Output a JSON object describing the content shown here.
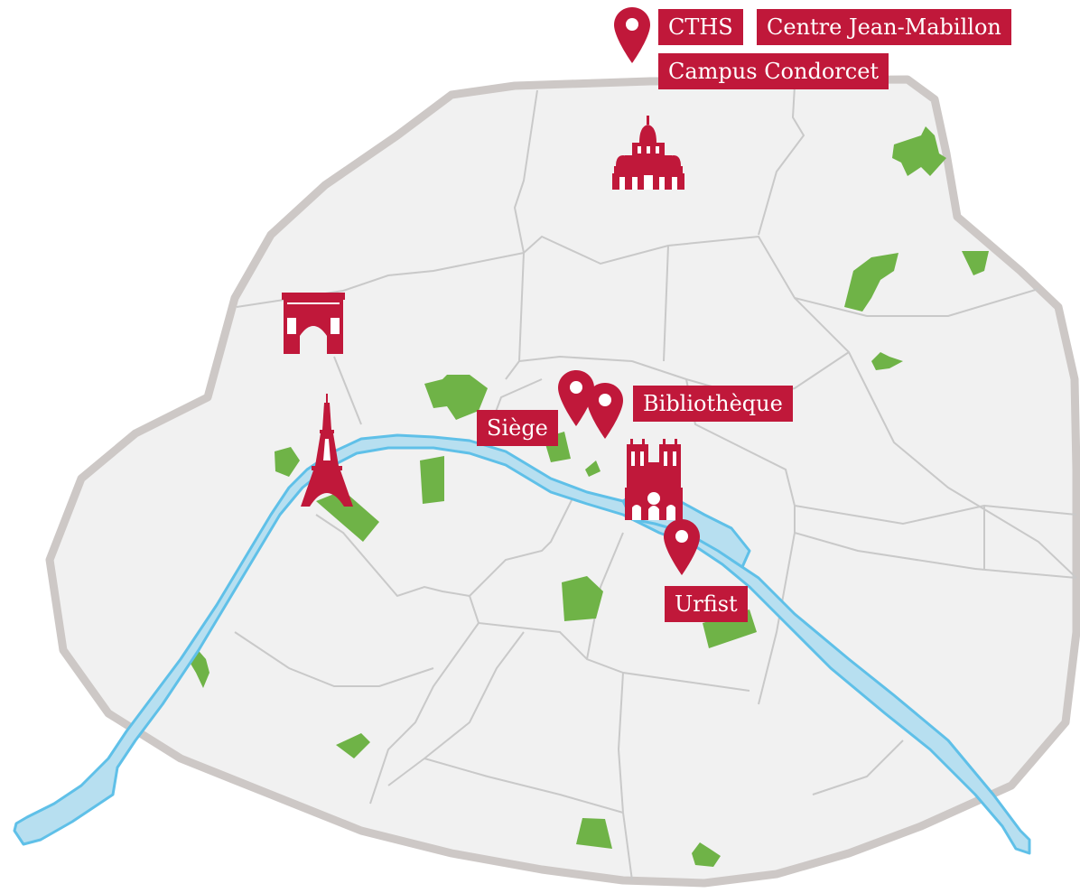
{
  "colors": {
    "accent": "#c0183a",
    "map_fill": "#f1f1f1",
    "boundary": "#cdc8c6",
    "district_lines": "#c9c9c9",
    "river": "#b7dff0",
    "river_outline": "#5fc0e8",
    "parks": "#6fb347"
  },
  "labels": {
    "cths": "CTHS",
    "jean_mabillon": "Centre Jean-Mabillon",
    "campus_condorcet": "Campus Condorcet",
    "siege": "Siège",
    "bibliotheque": "Bibliothèque",
    "urfist": "Urfist"
  },
  "icons": {
    "pin": "map-pin-icon",
    "sacre_coeur": "sacre-coeur-icon",
    "arc": "arc-de-triomphe-icon",
    "eiffel": "eiffel-tower-icon",
    "notre_dame": "notre-dame-icon"
  }
}
